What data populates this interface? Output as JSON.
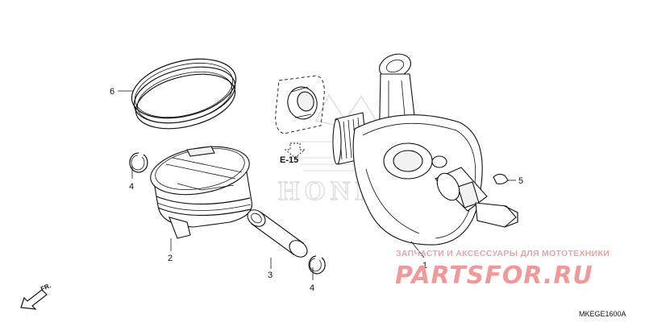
{
  "diagram": {
    "callouts": [
      {
        "id": "1",
        "label": "1"
      },
      {
        "id": "2",
        "label": "2"
      },
      {
        "id": "3",
        "label": "3"
      },
      {
        "id": "4a",
        "label": "4"
      },
      {
        "id": "4b",
        "label": "4"
      },
      {
        "id": "5",
        "label": "5"
      },
      {
        "id": "6",
        "label": "6"
      }
    ],
    "reference_label": "E-15",
    "direction_label": "FR.",
    "diagram_code": "MKEGE1600A"
  },
  "watermark": {
    "tagline": "ЗАПЧАСТИ И АКСЕССУАРЫ ДЛЯ МОТОТЕХНИКИ",
    "brand": "PARTSFOR.RU",
    "logo_text": "HONDA"
  },
  "colors": {
    "line": "#111111",
    "watermark_red": "#ef9a9a",
    "watermark_gray": "#d9d9d9"
  }
}
